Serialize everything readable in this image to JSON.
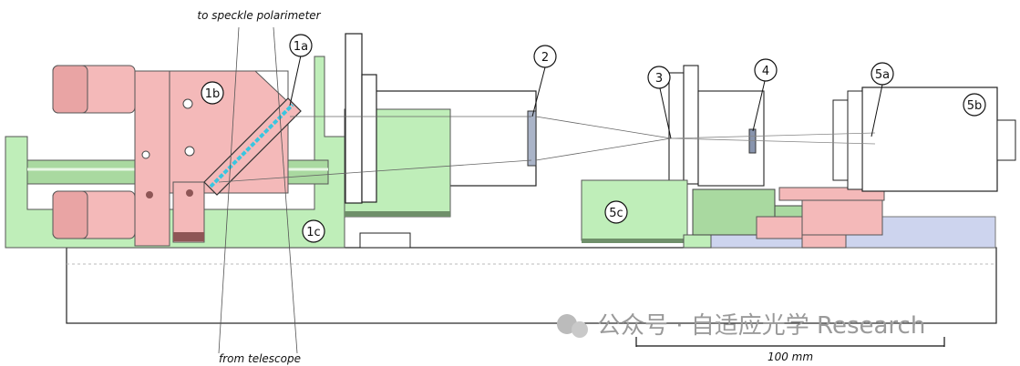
{
  "annotations": {
    "top_label": "to speckle polarimeter",
    "bottom_label": "from telescope",
    "scale_label": "100 mm"
  },
  "callouts": {
    "c1a": "1a",
    "c1b": "1b",
    "c1c": "1c",
    "c2": "2",
    "c3": "3",
    "c4": "4",
    "c5a": "5a",
    "c5b": "5b",
    "c5c": "5c"
  },
  "watermark": {
    "text": "公众号 · 自适应光学 Research"
  },
  "colors": {
    "mount_pink": "#f4b9b9",
    "bracket_green": "#bfeeb9",
    "stage_blue": "#cdd4ee",
    "prism_cyan": "#39c6e0",
    "outline": "#222222"
  }
}
